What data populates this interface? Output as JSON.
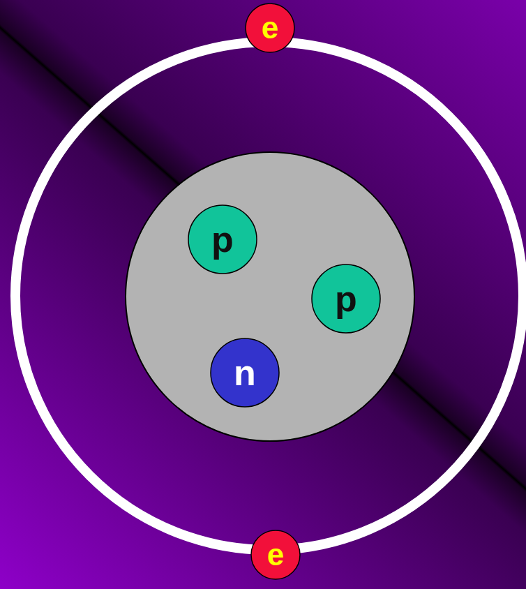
{
  "diagram": {
    "nodes": [
      {
        "text": [
          "e"
        ]
      },
      {
        "text": [
          "p"
        ]
      },
      {
        "text": [
          "p"
        ]
      },
      {
        "text": [
          "n"
        ]
      },
      {
        "text": [
          "e"
        ]
      }
    ]
  }
}
